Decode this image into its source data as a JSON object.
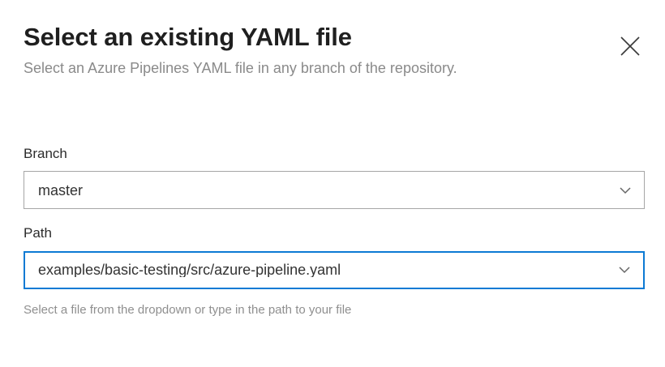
{
  "dialog": {
    "title": "Select an existing YAML file",
    "subtitle": "Select an Azure Pipelines YAML file in any branch of the repository.",
    "close_icon": "close-icon",
    "accent_color": "#0c7ad4",
    "border_color": "#a6a6a6",
    "title_color": "#1f1f1f",
    "subtitle_color": "#8a8a8a"
  },
  "form": {
    "branch": {
      "label": "Branch",
      "value": "master",
      "placeholder": "",
      "caret_icon": "chevron-down-icon",
      "focused": false
    },
    "path": {
      "label": "Path",
      "value": "examples/basic-testing/src/azure-pipeline.yaml",
      "placeholder": "",
      "caret_icon": "chevron-down-icon",
      "focused": true,
      "helper_text": "Select a file from the dropdown or type in the path to your file"
    }
  }
}
